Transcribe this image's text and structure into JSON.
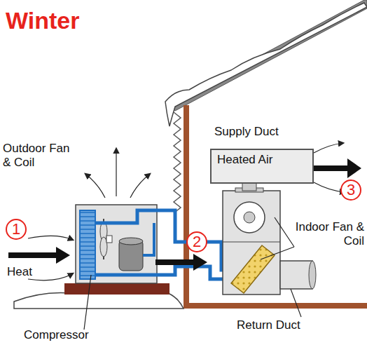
{
  "diagram": {
    "title": "Winter",
    "nodes": [
      {
        "text": [
          "Heated Air"
        ]
      }
    ],
    "labels": [
      "Outdoor Fan & Coil",
      "Supply Duct",
      "1",
      "2",
      "3",
      "Heat",
      "Indoor Fan & Coil",
      "Compressor",
      "Return Duct"
    ]
  }
}
